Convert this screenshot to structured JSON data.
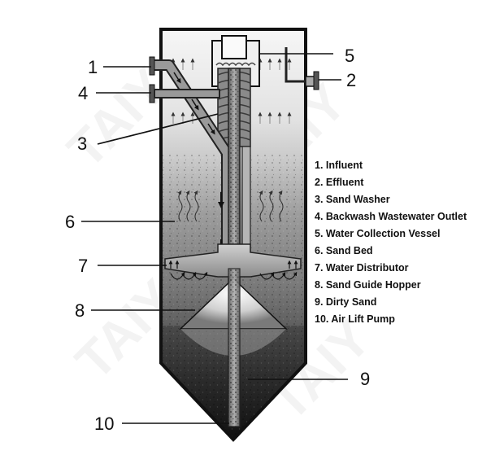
{
  "callouts": [
    {
      "id": "1",
      "text": "1"
    },
    {
      "id": "2",
      "text": "2"
    },
    {
      "id": "3",
      "text": "3"
    },
    {
      "id": "4",
      "text": "4"
    },
    {
      "id": "5",
      "text": "5"
    },
    {
      "id": "6",
      "text": "6"
    },
    {
      "id": "7",
      "text": "7"
    },
    {
      "id": "8",
      "text": "8"
    },
    {
      "id": "9",
      "text": "9"
    },
    {
      "id": "10",
      "text": "10"
    }
  ],
  "legend": [
    "1. Influent",
    "2. Effluent",
    "3. Sand Washer",
    "4. Backwash Wastewater Outlet",
    "5. Water Collection Vessel",
    "6. Sand Bed",
    "7. Water Distributor",
    "8. Sand Guide Hopper",
    "9. Dirty Sand",
    "10. Air Lift Pump"
  ],
  "watermark": {
    "text": "TAIY"
  },
  "colors": {
    "water_top": "#f2f2f2",
    "sand_bed": "#8a8a8a",
    "dirty_sand": "#262626",
    "pipe": "#7a7a7a",
    "outline": "#111111"
  }
}
